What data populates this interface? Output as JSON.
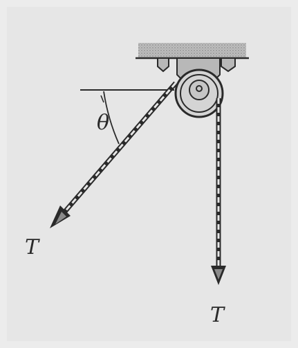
{
  "diagram": {
    "angle_symbol": "θ",
    "left_force_label": "T",
    "right_force_label": "T"
  },
  "colors": {
    "background": "#ececec",
    "frame": "#e3e3e3",
    "ink": "#2a2a2a",
    "ceiling_hatch": "#9a9a9a",
    "pulley_fill": "#d4d4d4"
  }
}
